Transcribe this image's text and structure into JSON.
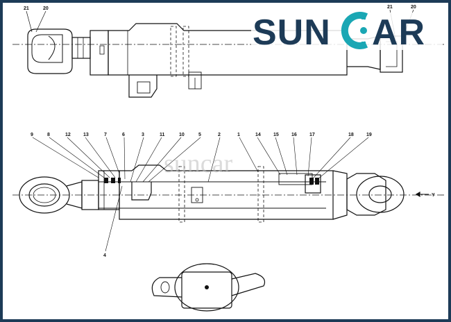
{
  "logo": {
    "brand": "SUNCAR",
    "colors": {
      "dark": "#1d3b57",
      "teal": "#1aa7b4"
    }
  },
  "watermark": "suncar",
  "top_view_labels": [
    "21",
    "20",
    "21",
    "20"
  ],
  "side_view_labels": [
    "9",
    "8",
    "12",
    "13",
    "7",
    "6",
    "3",
    "11",
    "10",
    "5",
    "2",
    "1",
    "14",
    "15",
    "16",
    "17",
    "18",
    "19"
  ],
  "bottom_label": "4",
  "axis_label": "Y"
}
